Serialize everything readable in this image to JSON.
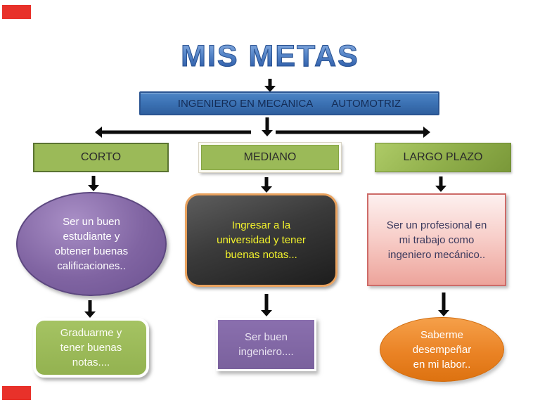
{
  "title": {
    "text": "MIS METAS"
  },
  "root_box": {
    "label_part1": "INGENIERO EN MECANICA",
    "label_part2": "AUTOMOTRIZ"
  },
  "columns": [
    {
      "header": "CORTO",
      "mid_lines": [
        "Ser un buen",
        "estudiante y",
        "obtener buenas",
        "calificaciones.."
      ],
      "bottom_lines": [
        "Graduarme y",
        "tener buenas",
        "notas...."
      ]
    },
    {
      "header": "MEDIANO",
      "mid_lines": [
        "Ingresar a la",
        "universidad  y tener",
        "buenas notas..."
      ],
      "bottom_lines": [
        "Ser buen",
        "ingeniero...."
      ]
    },
    {
      "header": "LARGO PLAZO",
      "mid_lines": [
        "Ser un profesional en",
        "mi trabajo como",
        "ingeniero mecánico.."
      ],
      "bottom_lines": [
        "Saberme",
        "desempeñar",
        "en mi labor.."
      ]
    }
  ],
  "colors": {
    "corner_bar": "#e8312a",
    "title_blue": "#2a5291",
    "root_box_fill": "#3a70b2",
    "header_green": "#9bba58",
    "purple": "#8064a2",
    "dark_box": "#2b2b2b",
    "dark_box_border": "#e9a25e",
    "dark_box_text": "#f4f42c",
    "pink_fill": "#f5c2bc",
    "pink_border": "#cd6b68",
    "orange": "#ea8325",
    "arrow": "#0c0c0c"
  }
}
